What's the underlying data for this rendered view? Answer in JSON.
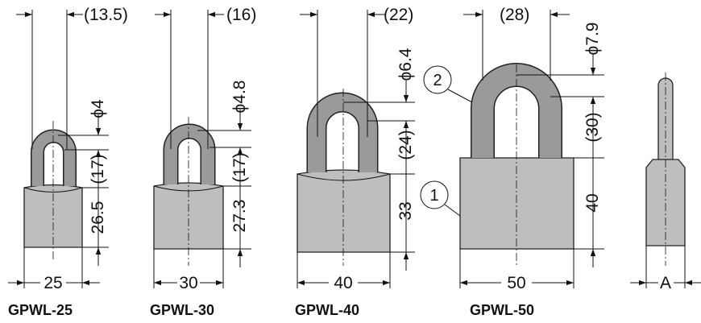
{
  "locks": [
    {
      "model": "GPWL-25",
      "width": "25",
      "shackle_spacing": "(13.5)",
      "shackle_diameter": "ϕ4",
      "clearance": "(17)",
      "body_height": "26.5"
    },
    {
      "model": "GPWL-30",
      "width": "30",
      "shackle_spacing": "(16)",
      "shackle_diameter": "ϕ4.8",
      "clearance": "(17)",
      "body_height": "27.3"
    },
    {
      "model": "GPWL-40",
      "width": "40",
      "shackle_spacing": "(22)",
      "shackle_diameter": "ϕ6.4",
      "clearance": "(24)",
      "body_height": "33"
    },
    {
      "model": "GPWL-50",
      "width": "50",
      "shackle_spacing": "(28)",
      "shackle_diameter": "ϕ7.9",
      "clearance": "(30)",
      "body_height": "40"
    }
  ],
  "side_view": {
    "thickness": "A"
  },
  "callouts": {
    "body": "1",
    "shackle": "2"
  },
  "colors": {
    "body": "#bebebe",
    "shackle": "#9a9a9a",
    "line": "#111111"
  }
}
